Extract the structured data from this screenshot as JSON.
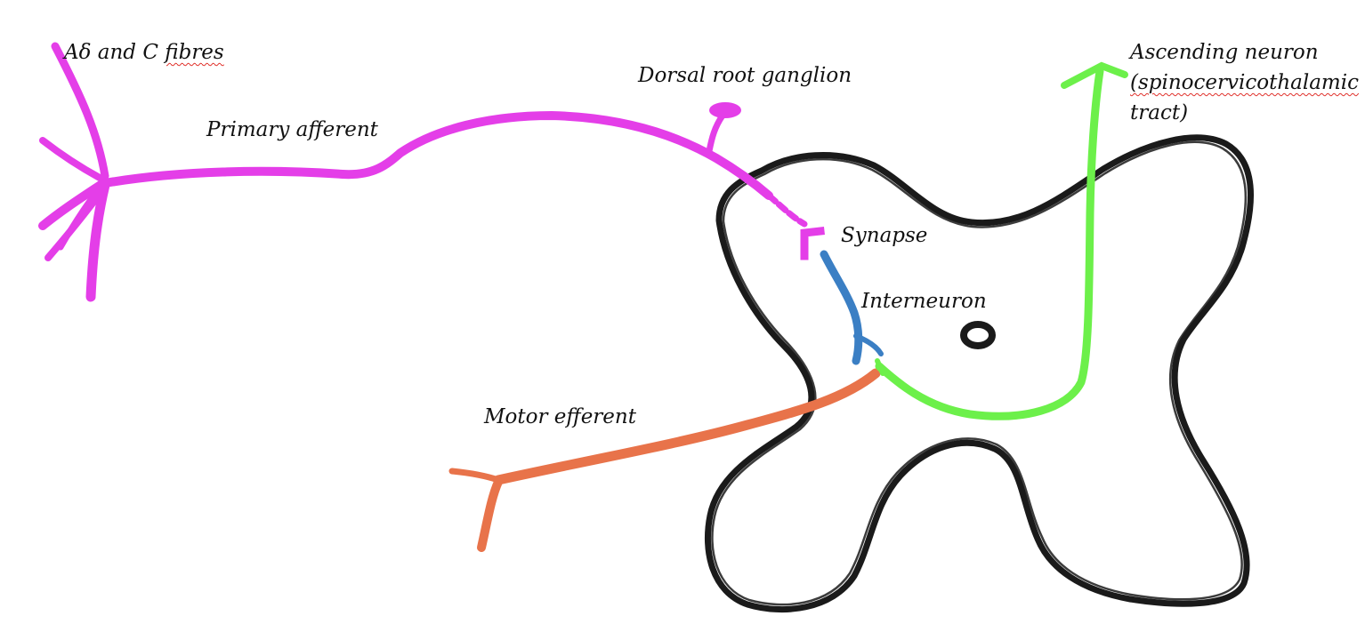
{
  "colors": {
    "outline": "#1a1a1a",
    "primary_afferent": "#e43ee8",
    "interneuron": "#3b7fc4",
    "motor_efferent": "#e8734a",
    "ascending_neuron": "#6cf04a",
    "spell_underline": "#e0302a"
  },
  "labels": {
    "fibres_prefix": "Aδ and C ",
    "fibres_word": "fibres",
    "primary_afferent": "Primary afferent",
    "dorsal_root_ganglion": "Dorsal root ganglion",
    "synapse": "Synapse",
    "interneuron": "Interneuron",
    "motor_efferent": "Motor efferent",
    "ascending_line1": "Ascending neuron",
    "ascending_line2": "(spinocervicothalamic",
    "ascending_line3": "tract)"
  }
}
